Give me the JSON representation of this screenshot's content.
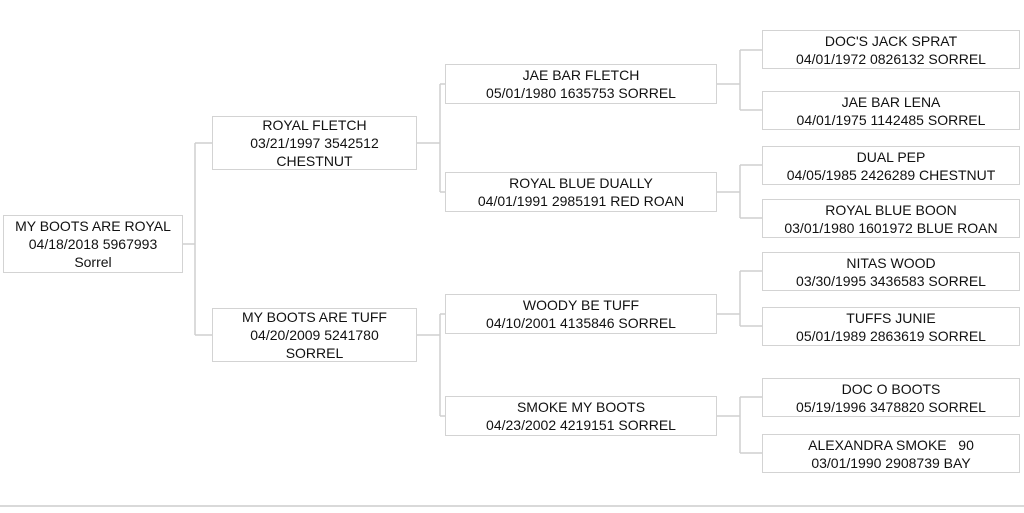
{
  "pedigree": {
    "subject": {
      "name": "MY BOOTS ARE ROYAL",
      "details": "04/18/2018 5967993",
      "color": "Sorrel"
    },
    "parents": [
      {
        "name": "ROYAL FLETCH",
        "details": "03/21/1997 3542512",
        "color": "CHESTNUT"
      },
      {
        "name": "MY BOOTS ARE TUFF",
        "details": "04/20/2009 5241780",
        "color": "SORREL"
      }
    ],
    "grandparents": [
      {
        "name": "JAE BAR FLETCH",
        "details": "05/01/1980 1635753 SORREL"
      },
      {
        "name": "ROYAL BLUE DUALLY",
        "details": "04/01/1991 2985191 RED ROAN"
      },
      {
        "name": "WOODY BE TUFF",
        "details": "04/10/2001 4135846 SORREL"
      },
      {
        "name": "SMOKE MY BOOTS",
        "details": "04/23/2002 4219151 SORREL"
      }
    ],
    "great_grandparents": [
      {
        "name": "DOC'S JACK SPRAT",
        "details": "04/01/1972 0826132 SORREL"
      },
      {
        "name": "JAE BAR LENA",
        "details": "04/01/1975 1142485 SORREL"
      },
      {
        "name": "DUAL PEP",
        "details": "04/05/1985 2426289 CHESTNUT"
      },
      {
        "name": "ROYAL BLUE BOON",
        "details": "03/01/1980 1601972 BLUE ROAN"
      },
      {
        "name": "NITAS WOOD",
        "details": "03/30/1995 3436583 SORREL"
      },
      {
        "name": "TUFFS JUNIE",
        "details": "05/01/1989 2863619 SORREL"
      },
      {
        "name": "DOC O BOOTS",
        "details": "05/19/1996 3478820 SORREL"
      },
      {
        "name": "ALEXANDRA SMOKE   90",
        "details": "03/01/1990 2908739 BAY"
      }
    ],
    "connector_color": "#cfcfcf",
    "box_border_color": "#d3d3d3",
    "bottom_rule_color": "#d9d9d9"
  }
}
